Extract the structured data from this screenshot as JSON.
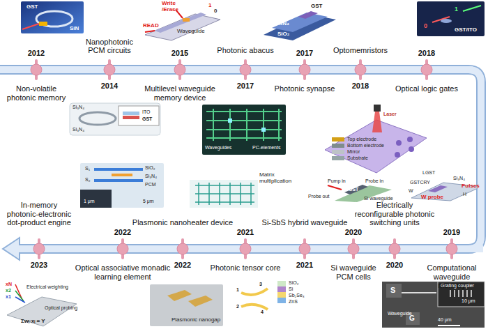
{
  "diagram": {
    "nodes": [
      {
        "text": [
          "2012",
          "Non-volatile photonic memory"
        ]
      },
      {
        "text": [
          "Nanophotonic PCM circuits",
          "2014"
        ]
      },
      {
        "text": [
          "2015",
          "Multilevel waveguide memory device"
        ]
      },
      {
        "text": [
          "Photonic abacus",
          "2017"
        ]
      },
      {
        "text": [
          "2017",
          "Photonic synapse"
        ]
      },
      {
        "text": [
          "Optomemristors",
          "2018"
        ]
      },
      {
        "text": [
          "2018",
          "Optical logic gates"
        ]
      },
      {
        "text": [
          "2019",
          "Computational waveguide memory"
        ]
      },
      {
        "text": [
          "Electrically reconfigurable photonic switching units",
          "2020"
        ]
      },
      {
        "text": [
          "2020",
          "Si waveguide PCM cells"
        ]
      },
      {
        "text": [
          "Si-SbS hybrid waveguide",
          "2021"
        ]
      },
      {
        "text": [
          "2021",
          "Photonic tensor core"
        ]
      },
      {
        "text": [
          "Plasmonic nanoheater device",
          "2022"
        ]
      },
      {
        "text": [
          "2022",
          "Optical associative monadic learning element"
        ]
      },
      {
        "text": [
          "In-memory photonic-electronic dot-product engine",
          "2023"
        ]
      }
    ],
    "edges": [
      {
        "from": 0,
        "to": 1,
        "arrow": "none"
      },
      {
        "from": 1,
        "to": 2,
        "arrow": "none"
      },
      {
        "from": 2,
        "to": 3,
        "arrow": "none"
      },
      {
        "from": 3,
        "to": 4,
        "arrow": "none"
      },
      {
        "from": 4,
        "to": 5,
        "arrow": "none"
      },
      {
        "from": 5,
        "to": 6,
        "arrow": "none"
      },
      {
        "from": 6,
        "to": 7,
        "arrow": "none"
      },
      {
        "from": 7,
        "to": 8,
        "arrow": "none"
      },
      {
        "from": 8,
        "to": 9,
        "arrow": "none"
      },
      {
        "from": 9,
        "to": 10,
        "arrow": "none"
      },
      {
        "from": 10,
        "to": 11,
        "arrow": "none"
      },
      {
        "from": 11,
        "to": 12,
        "arrow": "none"
      },
      {
        "from": 12,
        "to": 13,
        "arrow": "none"
      },
      {
        "from": 13,
        "to": 14,
        "arrow": "none"
      }
    ],
    "labels": [
      "GST",
      "SiN",
      "Write /Erase",
      "READ",
      "1",
      "0",
      "Waveguide",
      "Si₃N₄",
      "GST",
      "SiO₂",
      "0",
      "1",
      "GST/ITO",
      "Si₃N₄",
      "Si₃N₄",
      "ITO",
      "GST",
      "Waveguides",
      "PC-elements",
      "Laser",
      "Top electrode",
      "Bottom electrode",
      "Mirror",
      "Substrate",
      "S₁",
      "S₂",
      "SiO₂",
      "Si₃N₄",
      "PCM",
      "1 μm",
      "5 μm",
      "Matrix multiplication",
      "Pump in",
      "Probe in",
      "Probe out",
      "GST",
      "Si waveguide",
      "LGST",
      "Si₃N₄",
      "GSTCRY",
      "W",
      "H",
      "Pulses",
      "W probe",
      "xN",
      "x2",
      "x1",
      "Electrical weighting",
      "Optical probing",
      "Σwᵢ·xᵢ = Y",
      "Plasmonic nanogap",
      "1",
      "3",
      "2",
      "4",
      "SiO₂",
      "Si",
      "Sb₂Se₃",
      "ZnS",
      "S",
      "Waveguide",
      "Grating coupler",
      "10 μm",
      "G",
      "40 μm"
    ]
  }
}
